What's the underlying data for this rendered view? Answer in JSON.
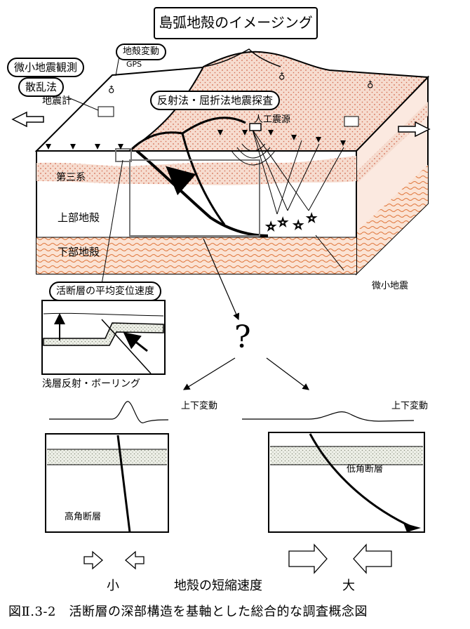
{
  "title": "島弧地殻のイメージング",
  "labels": {
    "microseismic": "微小地震観測",
    "dispersion": "散乱法",
    "seismometer": "地震計",
    "crustal_deformation": "地殻変動",
    "gps": "GPS",
    "reflection_refraction": "反射法・屈折法地震探査",
    "artificial_source": "人工震源",
    "tertiary": "第三系",
    "upper_crust": "上部地殻",
    "lower_crust": "下部地殻",
    "micro_earthquake": "微小地震",
    "slip_rate": "活断層の平均変位速度",
    "shallow_survey": "浅層反射・ボーリング",
    "question": "?",
    "vertical_left": "上下変動",
    "vertical_right": "上下変動",
    "high_angle": "高角断層",
    "low_angle": "低角断層",
    "small": "小",
    "shortening_rate": "地殻の短縮速度",
    "large": "大"
  },
  "caption": "図Ⅱ.3-2　活断層の深部構造を基軸とした総合的な調査概念図",
  "colors": {
    "crust_pink": "#f4d3c6",
    "dot_red": "#d2694e",
    "wave_orange": "#e0763c",
    "lower_crust_bg": "#fbe3d4",
    "stipple": "#c9ccc0"
  }
}
